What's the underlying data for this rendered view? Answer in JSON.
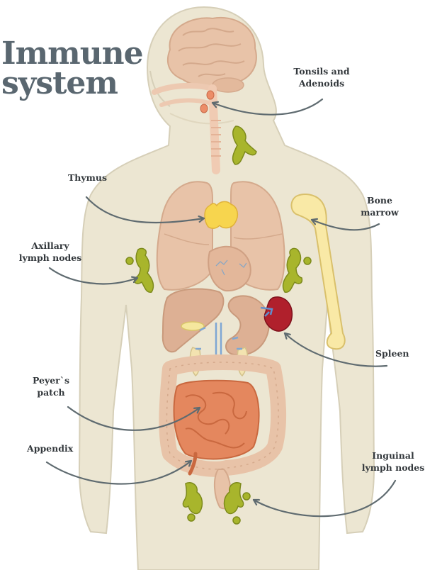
{
  "title": {
    "line1": "Immune",
    "line2": "system"
  },
  "labels": {
    "tonsils_1": "Tonsils and",
    "tonsils_2": "Adenoids",
    "thymus": "Thymus",
    "bone_marrow_1": "Bone",
    "bone_marrow_2": "marrow",
    "axillary_1": "Axillary",
    "axillary_2": "lymph nodes",
    "spleen": "Spleen",
    "peyers_1": "Peyer`s",
    "peyers_2": "patch",
    "appendix": "Appendix",
    "inguinal_1": "Inguinal",
    "inguinal_2": "lymph nodes"
  },
  "colors": {
    "body": "#ece6d2",
    "body_outline": "#d6cfb8",
    "organ": "#e8c3a8",
    "intestine": "#e4875e",
    "lymph": "#a8b52c",
    "thymus": "#f7d54e",
    "bone": "#f9e9a6",
    "spleen": "#b0202c",
    "arrow": "#5f6b70",
    "title": "#5a6770"
  }
}
